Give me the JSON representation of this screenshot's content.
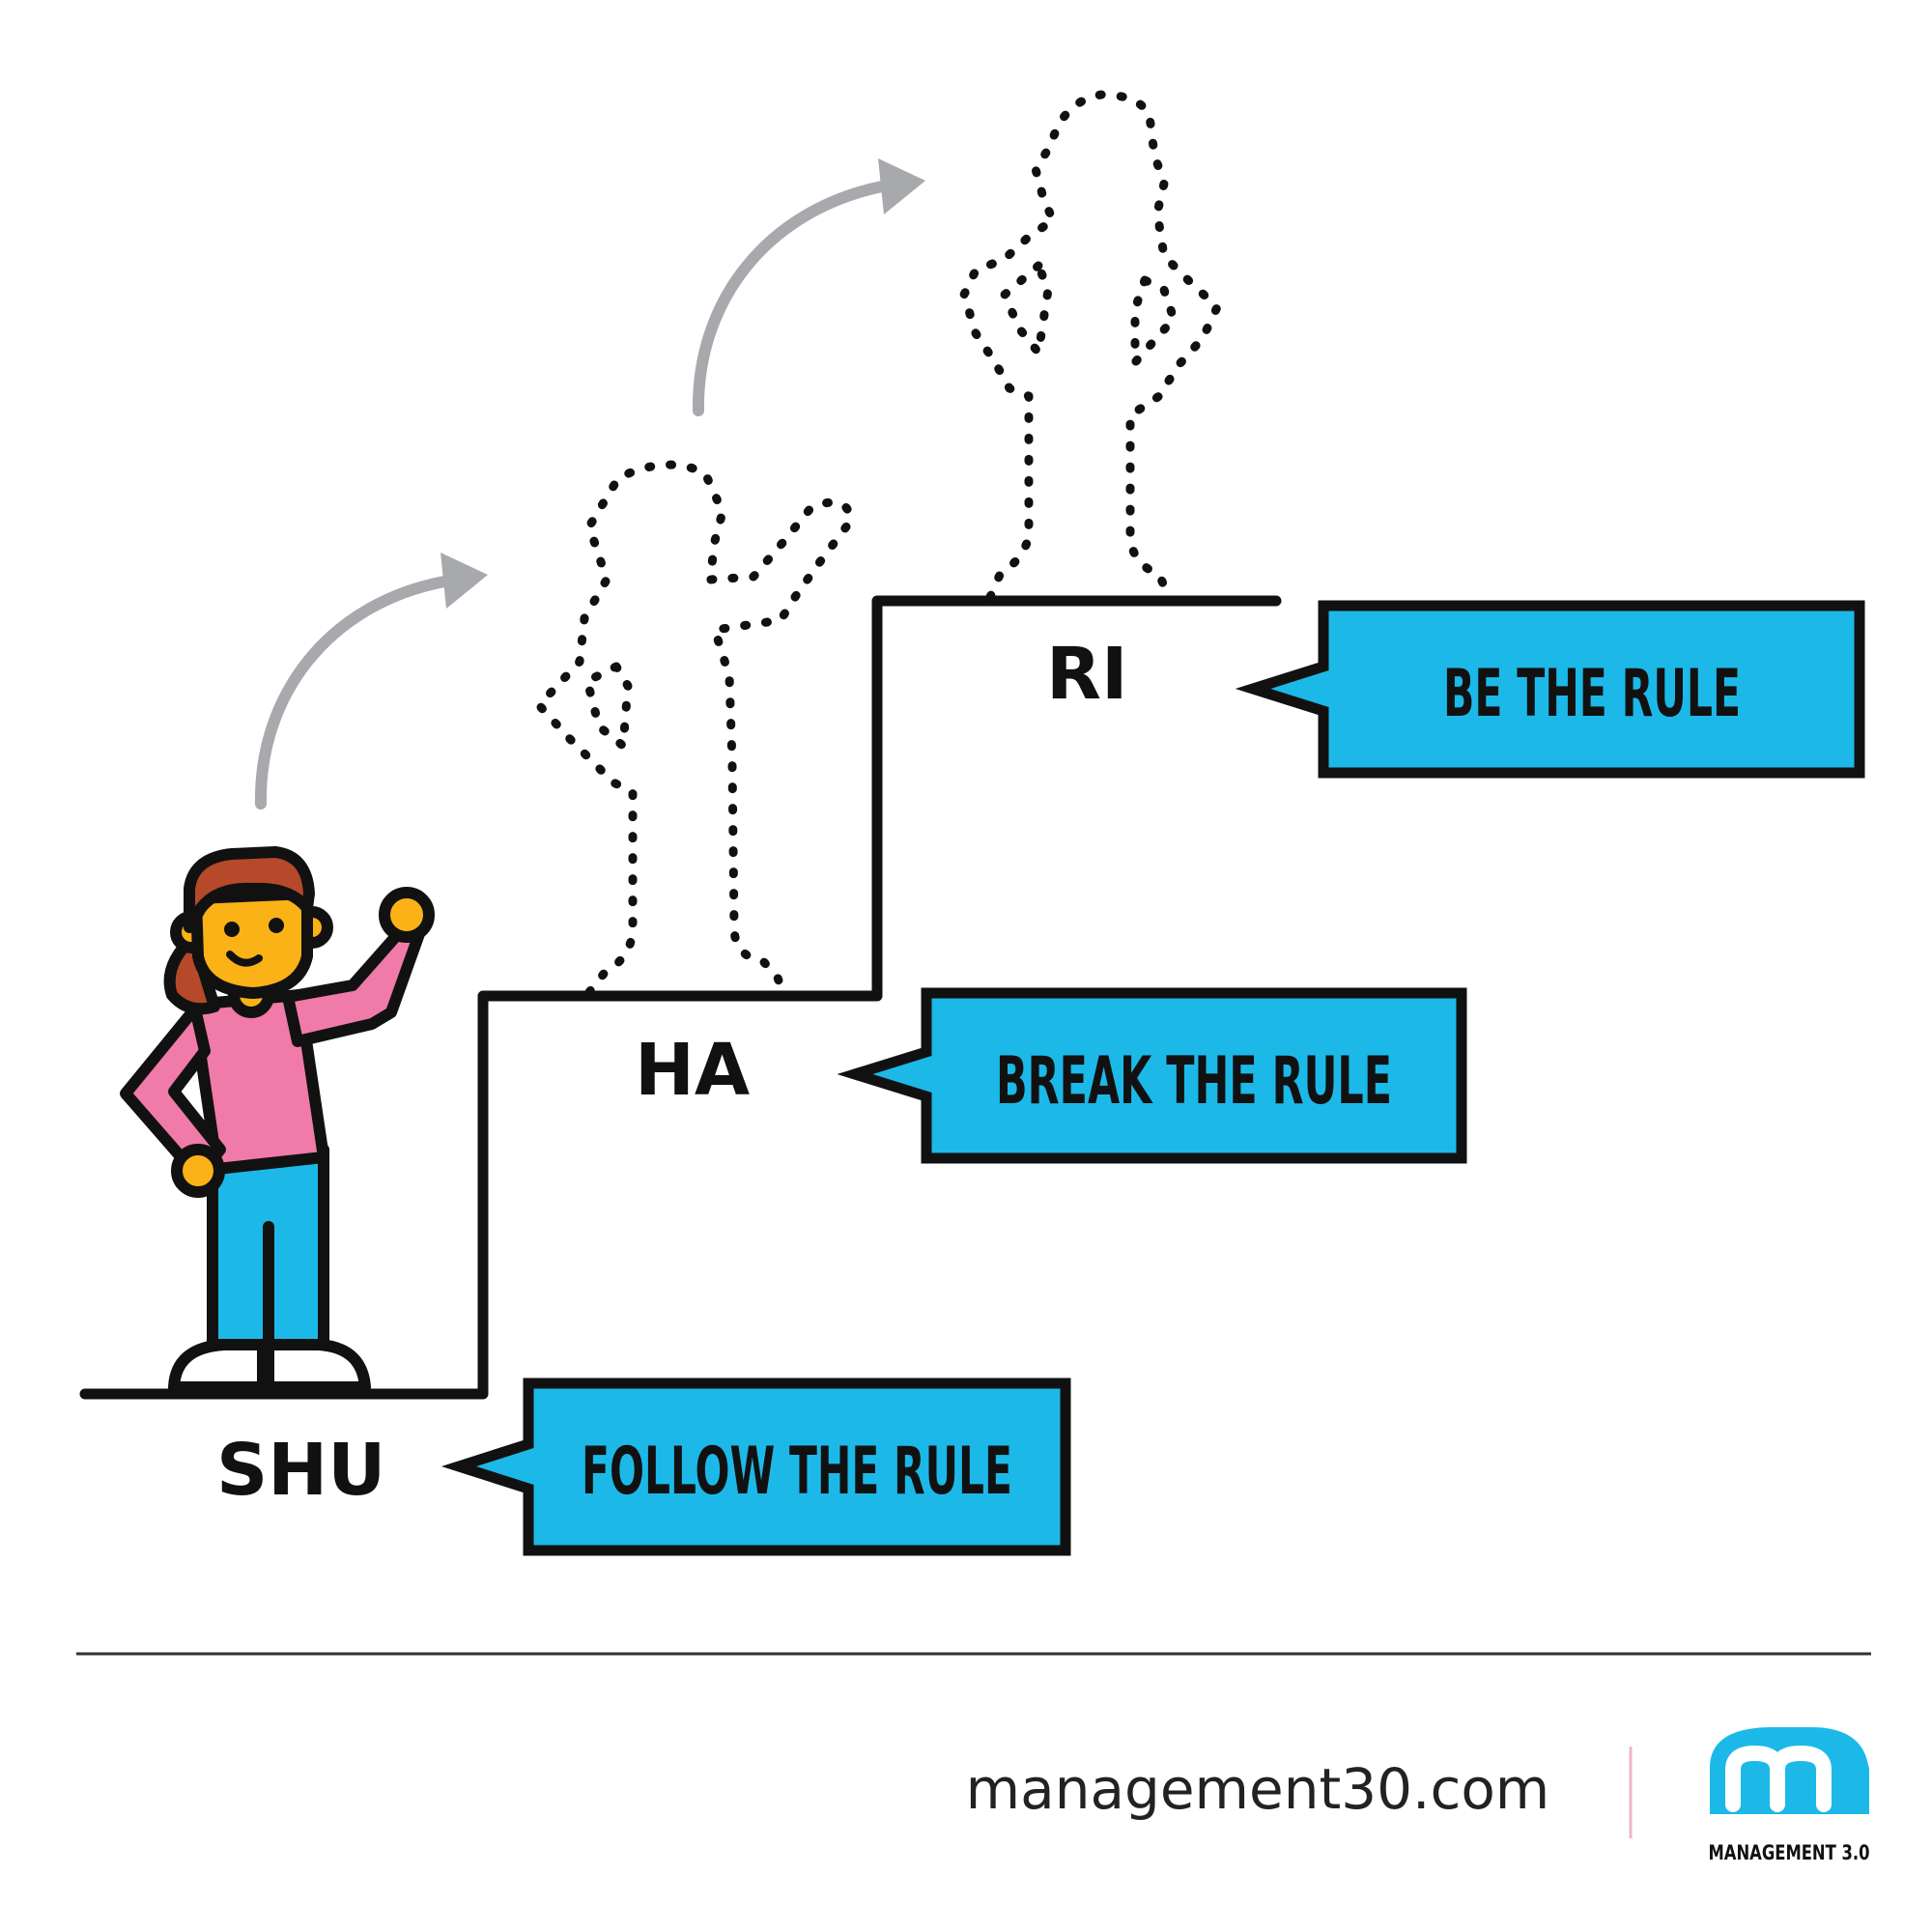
{
  "stages": [
    {
      "name": "SHU",
      "motto": "FOLLOW THE RULE"
    },
    {
      "name": "HA",
      "motto": "BREAK THE RULE"
    },
    {
      "name": "RI",
      "motto": "BE THE RULE"
    }
  ],
  "footer": {
    "url": "management30.com",
    "brand": "MANAGEMENT 3.0",
    "logo_letter": "m"
  },
  "colors": {
    "callout_fill": "#1cb9e8",
    "arrow_gray": "#a7a9ac",
    "shirt_pink": "#f07aa8",
    "skin_orange": "#fbb217",
    "hair_brown": "#b5492a",
    "pants_blue": "#1cb9e8",
    "divider_pink": "#f1b6cb"
  },
  "icons": [
    "person-waving-icon",
    "person-outline-dashed-icon",
    "arrow-up-right-icon",
    "management30-logo-icon"
  ]
}
